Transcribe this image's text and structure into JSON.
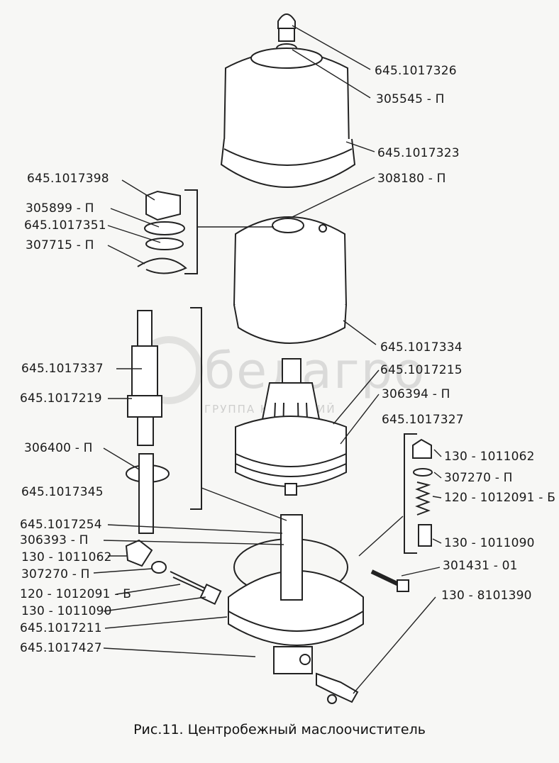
{
  "caption": "Рис.11. Центробежный маслоочиститель",
  "watermark": {
    "title": "белагро",
    "subtitle": "ГРУППА КОМПАНИЙ"
  },
  "labels": {
    "l1": "645.1017326",
    "l2": "305545 - П",
    "l3": "645.1017323",
    "l4": "308180 - П",
    "l5": "645.1017398",
    "l6": "305899 - П",
    "l7": "645.1017351",
    "l8": "307715 - П",
    "l9": "645.1017334",
    "l10": "645.1017215",
    "l11": "306394 - П",
    "l12": "645.1017337",
    "l13": "645.1017219",
    "l14": "645.1017327",
    "l15": "306400 - П",
    "l16": "130 - 1011062",
    "l17": "307270 - П",
    "l18": "645.1017345",
    "l19": "120 - 1012091 - Б",
    "l20": "645.1017254",
    "l21": "130 - 1011090",
    "l22": "306393 - П",
    "l23": "301431 - 01",
    "l24": "130 - 1011062",
    "l25": "307270 - П",
    "l26": "130 - 8101390",
    "l27": "120 - 1012091 - Б",
    "l28": "130 - 1011090",
    "l29": "645.1017211",
    "l30": "645.1017427"
  }
}
